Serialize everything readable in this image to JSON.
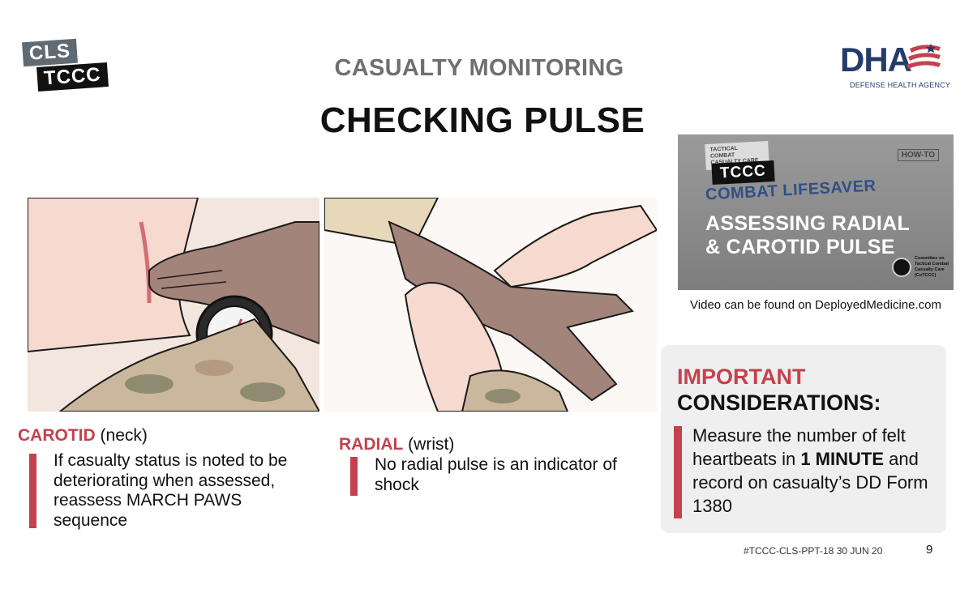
{
  "logo_left": {
    "line1": "CLS",
    "line2": "TCCC"
  },
  "logo_right": {
    "letters": "DHA",
    "sub": "DEFENSE HEALTH AGENCY"
  },
  "header": {
    "subtitle": "CASUALTY MONITORING",
    "title": "CHECKING PULSE"
  },
  "carotid": {
    "label": "CAROTID",
    "qualifier": "(neck)",
    "note": "If casualty status is noted to be deteriorating when assessed, reassess MARCH PAWS sequence"
  },
  "radial": {
    "label": "RADIAL",
    "qualifier": "(wrist)",
    "note": "No radial pulse is an indicator of shock"
  },
  "video": {
    "tag": "TACTICAL COMBAT CASUALTY CARE",
    "badge": "TCCC",
    "howto": "HOW-TO",
    "series": "COMBAT LIFESAVER",
    "title_line1": "ASSESSING RADIAL",
    "title_line2": "& CAROTID PULSE",
    "org": "Committee on Tactical Combat Casualty Care (CoTCCC)",
    "caption": "Video can be found on DeployedMedicine.com"
  },
  "important": {
    "heading_red": "IMPORTANT",
    "heading_black": "CONSIDERATIONS",
    "heading_colon": ":",
    "text_before": "Measure the number of felt heartbeats in ",
    "text_bold": "1 MINUTE",
    "text_after": " and record on casualty’s DD Form 1380"
  },
  "footer": {
    "doc_id": "#TCCC-CLS-PPT-18 30 JUN 20",
    "page": "9"
  },
  "colors": {
    "accent_red": "#c3424e",
    "dha_blue": "#253c6a",
    "title_gray": "#6f6f6f"
  }
}
